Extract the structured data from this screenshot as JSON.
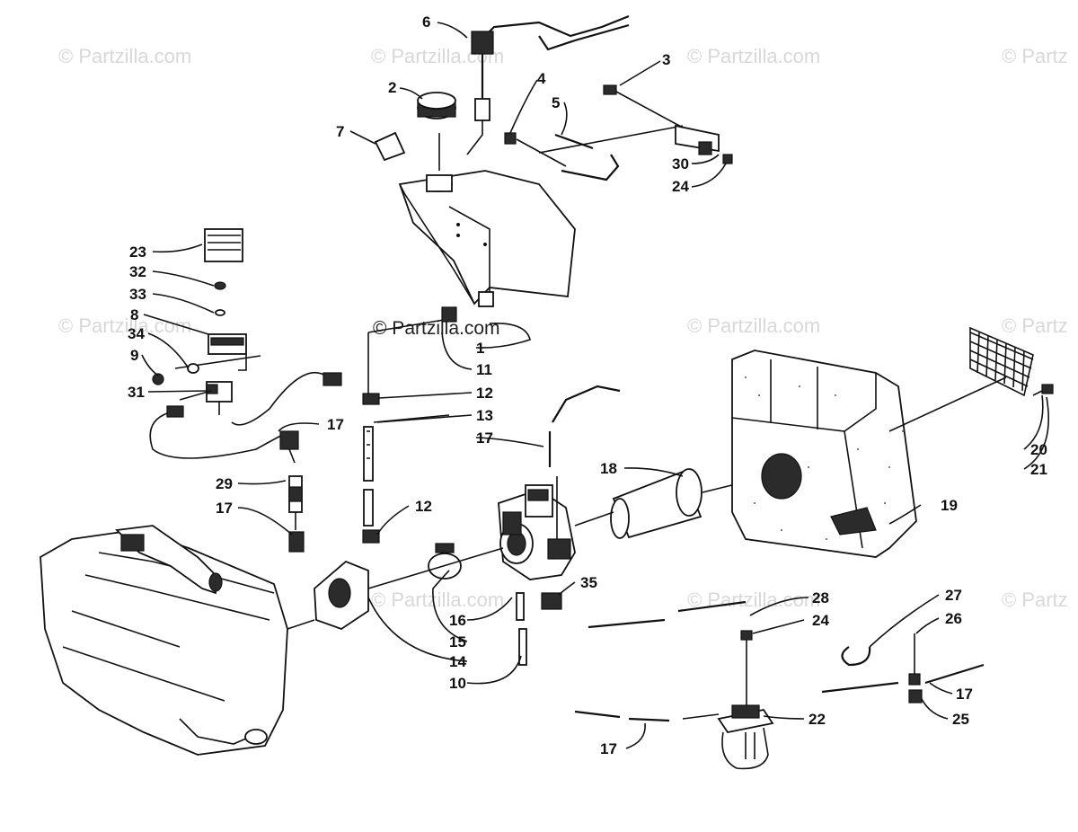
{
  "watermark": {
    "text": "© Partzilla.com",
    "text_clipped": "© Partz",
    "main": "© Partzilla.com"
  },
  "callouts": [
    {
      "id": "c6",
      "text": "6"
    },
    {
      "id": "c2",
      "text": "2"
    },
    {
      "id": "c4",
      "text": "4"
    },
    {
      "id": "c5",
      "text": "5"
    },
    {
      "id": "c3",
      "text": "3"
    },
    {
      "id": "c7",
      "text": "7"
    },
    {
      "id": "c30",
      "text": "30"
    },
    {
      "id": "c24a",
      "text": "24"
    },
    {
      "id": "c23",
      "text": "23"
    },
    {
      "id": "c32",
      "text": "32"
    },
    {
      "id": "c33",
      "text": "33"
    },
    {
      "id": "c8",
      "text": "8"
    },
    {
      "id": "c34",
      "text": "34"
    },
    {
      "id": "c9",
      "text": "9"
    },
    {
      "id": "c31",
      "text": "31"
    },
    {
      "id": "c1",
      "text": "1"
    },
    {
      "id": "c11",
      "text": "11"
    },
    {
      "id": "c12a",
      "text": "12"
    },
    {
      "id": "c13",
      "text": "13"
    },
    {
      "id": "c17a",
      "text": "17"
    },
    {
      "id": "c17b",
      "text": "17"
    },
    {
      "id": "c29",
      "text": "29"
    },
    {
      "id": "c17c",
      "text": "17"
    },
    {
      "id": "c18",
      "text": "18"
    },
    {
      "id": "c12b",
      "text": "12"
    },
    {
      "id": "c20",
      "text": "20"
    },
    {
      "id": "c21",
      "text": "21"
    },
    {
      "id": "c19",
      "text": "19"
    },
    {
      "id": "c35",
      "text": "35"
    },
    {
      "id": "c16",
      "text": "16"
    },
    {
      "id": "c15",
      "text": "15"
    },
    {
      "id": "c14",
      "text": "14"
    },
    {
      "id": "c10",
      "text": "10"
    },
    {
      "id": "c28",
      "text": "28"
    },
    {
      "id": "c24b",
      "text": "24"
    },
    {
      "id": "c27",
      "text": "27"
    },
    {
      "id": "c26",
      "text": "26"
    },
    {
      "id": "c17d",
      "text": "17"
    },
    {
      "id": "c25",
      "text": "25"
    },
    {
      "id": "c22",
      "text": "22"
    },
    {
      "id": "c17e",
      "text": "17"
    }
  ]
}
